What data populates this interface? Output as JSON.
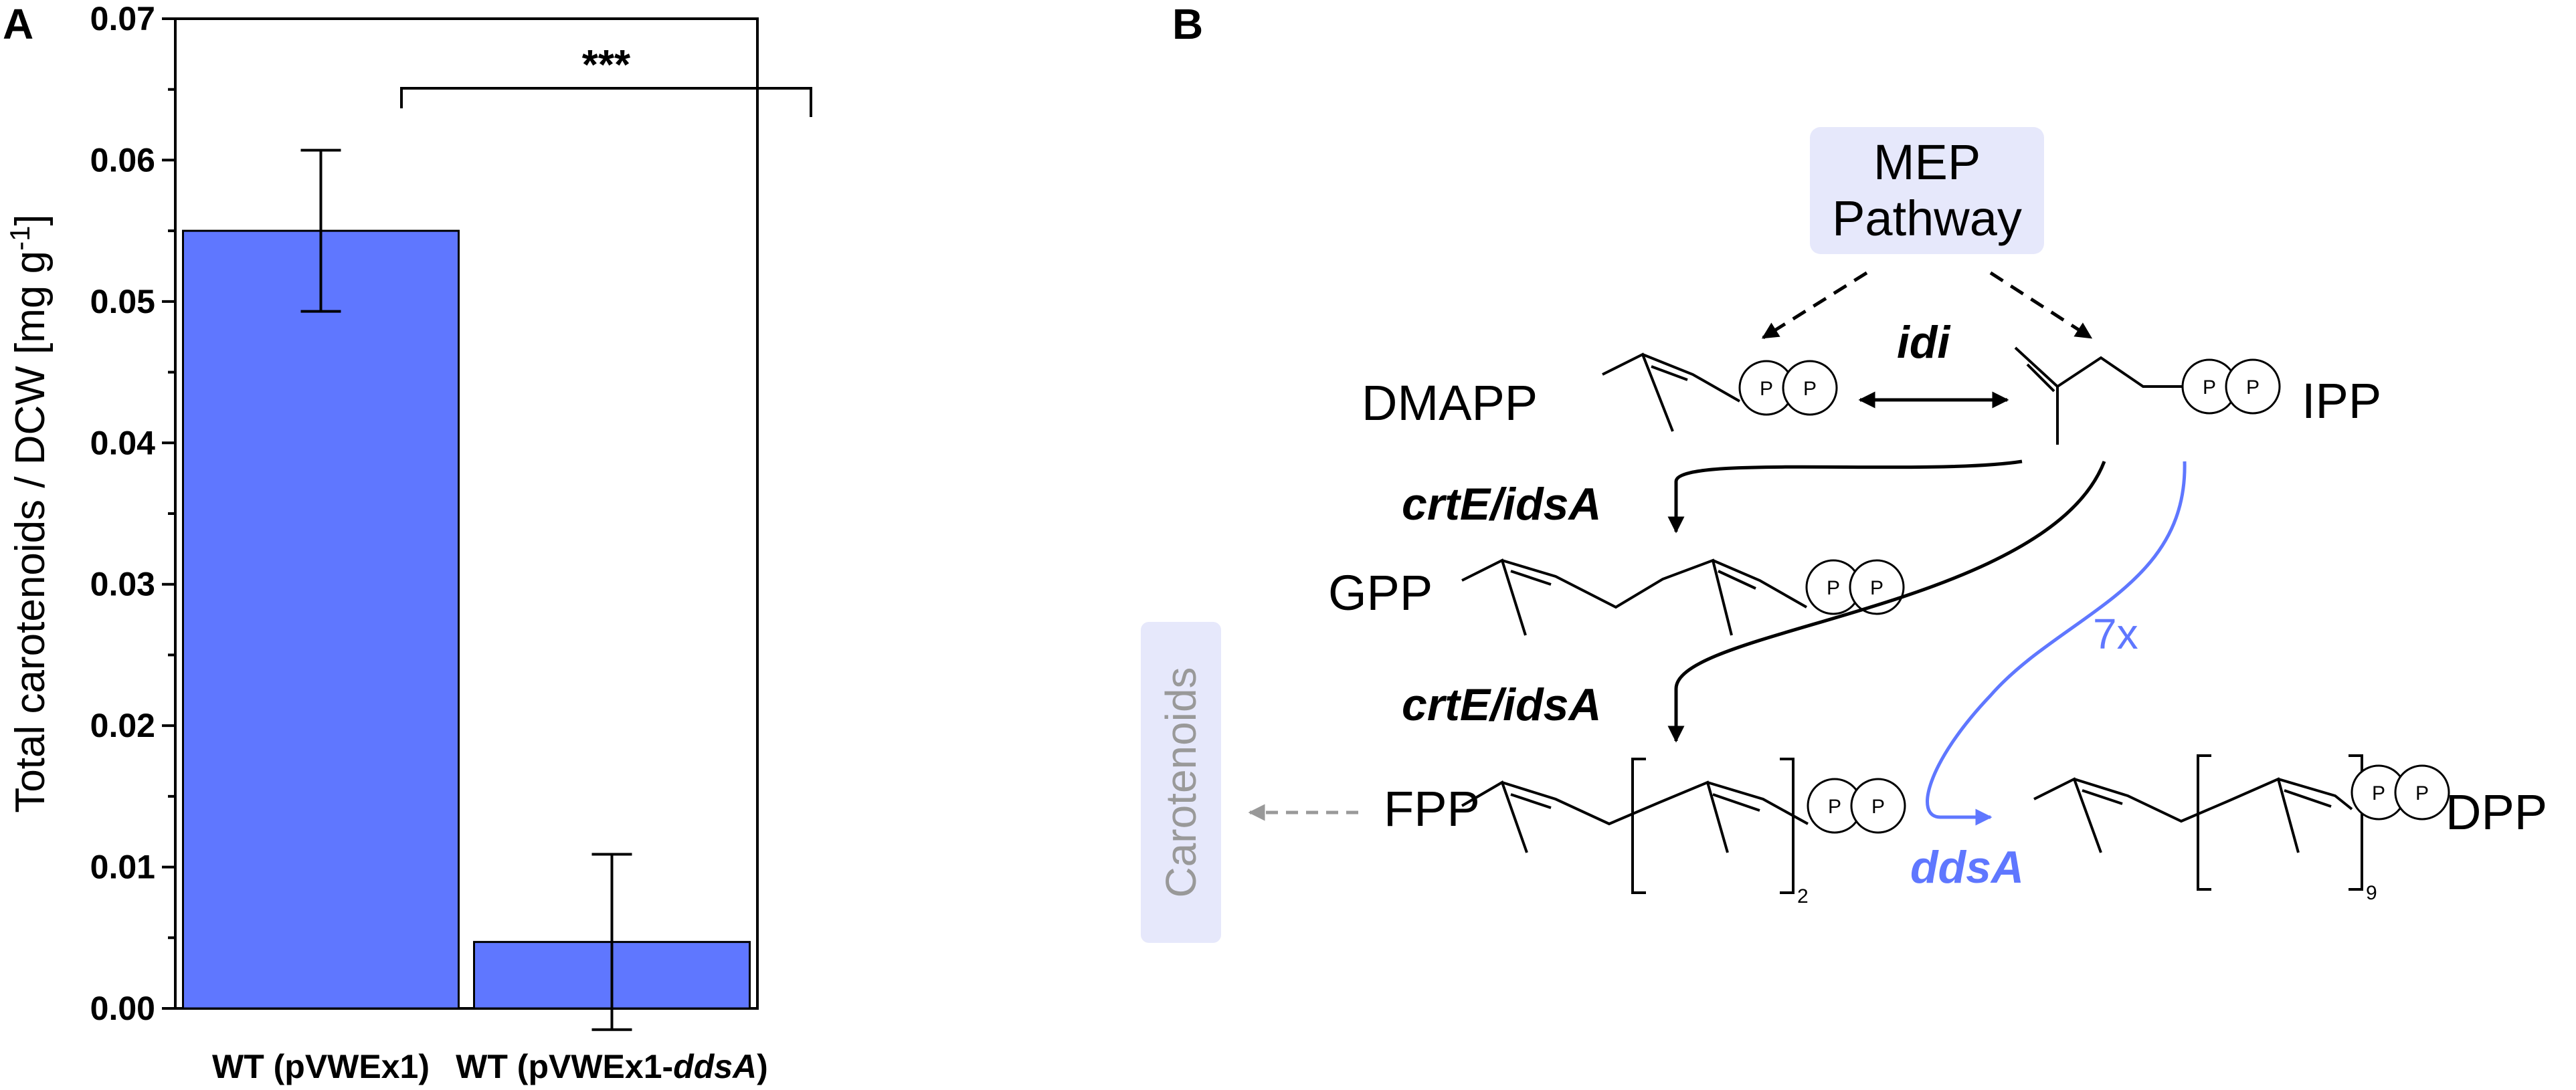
{
  "panels": {
    "a": "A",
    "b": "B"
  },
  "chart_data": {
    "type": "bar",
    "ylabel_main": "Total carotenoids / DCW [mg g",
    "ylabel_exp": "-1",
    "ylabel_close": "]",
    "ylim": [
      0,
      0.07
    ],
    "yticks": [
      "0.00",
      "0.01",
      "0.02",
      "0.03",
      "0.04",
      "0.05",
      "0.06",
      "0.07"
    ],
    "categories": [
      {
        "prefix": "WT (pVWEx1",
        "italic": "",
        "suffix": ")"
      },
      {
        "prefix": "WT (pVWEx1-",
        "italic": "ddsA",
        "suffix": ")"
      }
    ],
    "values": [
      0.055,
      0.0047
    ],
    "errors": [
      0.0057,
      0.0062
    ],
    "significance": "***",
    "bar_color": "#5f77ff",
    "grid": false
  },
  "pathway": {
    "source": {
      "line1": "MEP",
      "line2": "Pathway"
    },
    "molecules": {
      "dmapp": "DMAPP",
      "ipp": "IPP",
      "gpp": "GPP",
      "fpp": "FPP",
      "dpp": "DPP"
    },
    "enzymes": {
      "idi": "idi",
      "crt1": "crtE/idsA",
      "crt2": "crtE/idsA",
      "dds": "ddsA"
    },
    "fold_change": "7x",
    "product": "Carotenoids",
    "phosphate": "P",
    "repeat_fpp": "2",
    "repeat_dpp": "9",
    "colors": {
      "highlight": "#5f77ff",
      "box": "#e6e8fb",
      "gray": "#999999"
    }
  }
}
